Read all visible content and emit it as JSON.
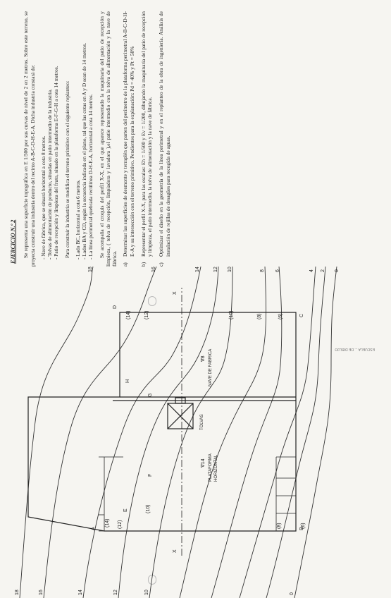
{
  "exercise": {
    "title": "EJERCICIO N.º 2",
    "intro": "Se representa una superficie topográfica en E 1/500 por sus curvas de nivel de 2 en 2 metros. Sobre este terreno, se proyecta construir una industria dentro del recinto A-B-C-D-H-E-A. Dicha industria constará de:",
    "items": [
      "- Nave de fábrica, que se situará horizontal a cota 8 metros.",
      "- Tolvas de alimentación de producto, situadas en patio intermedio de la industria.",
      "- Patio de recepción y limpieza del fruto, situado en la plataforma E-F-G-H a cota 14 metros."
    ],
    "mod_intro": "Para construir la industria se modifica el terreno primitivo con el siguiente replanteo:",
    "mods": [
      "- Lado BC, horizontal a cota 6 metros.",
      "- Lados BA y CD, según la secuencia indicada en el plano, tal que las cotas en A y D sean de 14 metros.",
      "- La línea perimetral quebrada rectilínea D-H-E-A, horizontal a cota 14 metros."
    ],
    "profile_note": "Se acompaña el croquis del perfil X-X, en el que aparece representado la maquinaria del patio de recepción y limpieza, ( tolva de recepción, limpiadora y lavadora ),el patio intermedio con la tolva de alimentación y la nave de fábrica.",
    "questions": [
      {
        "label": "a)",
        "text": "Determinar las superficies de desmonte y terraplén que parten del perímetro de la plataforma perimetral A-B-C-D-H-E-A y su intersección con el terreno primitivo. Pendientes para la explanación: Pd = 40% y Pt = 50%"
      },
      {
        "label": "b)",
        "text": "Representar el perfil X-X, para las escalas: Eh = 1/500 y Ev = 1/200, dibujando la maquinaria del patio de recepción y limpieza, el patio intermedio, la tolva de alimentación y la nave de fábrica."
      },
      {
        "label": "c)",
        "text": "Optimizar el diseño en la geometría de la línea perimetral y en el replanteo de la obra de ingeniería. Análisis de instalación de rejillas de desagües para recogida de aguas."
      }
    ]
  },
  "plan": {
    "points": {
      "A": "A",
      "B": "B",
      "C": "C",
      "D": "D",
      "E": "E",
      "F": "F",
      "G": "G",
      "H": "H",
      "X1": "X",
      "X2": "X"
    },
    "nave_elev": "∇8",
    "nave_label": "NAVE DE FABRICA",
    "plat_elev": "∇14",
    "plat_label1": "PLATAFORMA",
    "plat_label2": "HORIZONTAL",
    "tolvas_label": "TOLVAS",
    "contours": [
      "0",
      "2",
      "4",
      "6",
      "8",
      "10",
      "12",
      "14",
      "16",
      "18",
      "0",
      "10",
      "12",
      "14",
      "16",
      "18"
    ],
    "segment_labels": [
      "(6)",
      "(8)",
      "(10)",
      "(12)",
      "(14)",
      "(6)",
      "(8)",
      "(10)",
      "(12)",
      "(14)"
    ]
  },
  "footer": "ESCUELA ... DE DIBUJO"
}
